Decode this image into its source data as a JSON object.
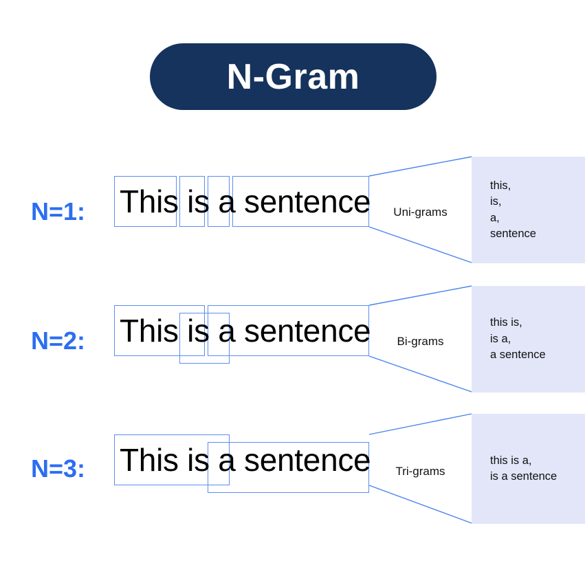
{
  "title": {
    "text": "N-Gram",
    "pill_color": "#15335C",
    "text_color": "#FFFFFF"
  },
  "colors": {
    "accent_blue": "#2B6EF0",
    "box_stroke": "#5B8DEF",
    "panel_bg": "#E2E6F8",
    "text": "#111111",
    "background": "#FFFFFF"
  },
  "sentence": "This is a sentence",
  "rows": [
    {
      "label": "N=1:",
      "sentence": "This is a sentence",
      "gram_label": "Uni-grams",
      "outputs": [
        "this,",
        "is,",
        "a,",
        "sentence"
      ],
      "boxes": [
        {
          "name": "box-this",
          "text": "This"
        },
        {
          "name": "box-is",
          "text": "is"
        },
        {
          "name": "box-a",
          "text": "a"
        },
        {
          "name": "box-sentence",
          "text": "sentence"
        }
      ]
    },
    {
      "label": "N=2:",
      "sentence": "This is a sentence",
      "gram_label": "Bi-grams",
      "outputs": [
        "this is,",
        "is a,",
        "a sentence"
      ],
      "boxes": [
        {
          "name": "box-this-is",
          "text": "This is"
        },
        {
          "name": "box-is-a",
          "text": "is a"
        },
        {
          "name": "box-a-sentence",
          "text": "a sentence"
        }
      ]
    },
    {
      "label": "N=3:",
      "sentence": "This is a sentence",
      "gram_label": "Tri-grams",
      "outputs": [
        "this is a,",
        "is a sentence"
      ],
      "boxes": [
        {
          "name": "box-this-is-a",
          "text": "This is a"
        },
        {
          "name": "box-is-a-sentence",
          "text": "is a sentence"
        }
      ]
    }
  ]
}
